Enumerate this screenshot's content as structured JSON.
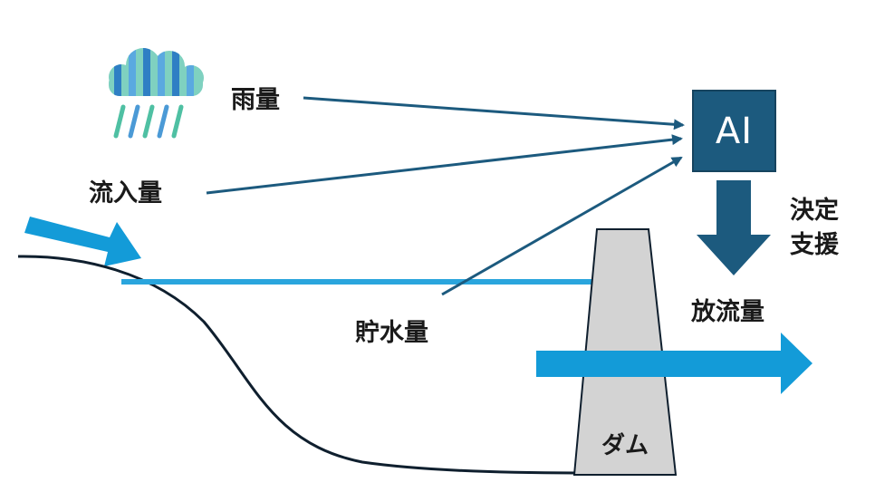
{
  "labels": {
    "rainfall": "雨量",
    "inflow": "流入量",
    "storage": "貯水量",
    "ai": "AI",
    "decision_line1": "決定",
    "decision_line2": "支援",
    "outflow": "放流量",
    "dam": "ダム"
  },
  "colors": {
    "arrow_dark": "#1c5a7e",
    "flow_blue": "#139bd8",
    "ground": "#0f1f2e",
    "dam_fill": "#d3d3d3",
    "rain_teal": "#4fc0a3",
    "rain_blue": "#4b9ad6",
    "cloud_blue": "#2f7fc4",
    "cloud_teal": "#7fd1c0"
  },
  "icons": [
    "rain-cloud-icon"
  ]
}
